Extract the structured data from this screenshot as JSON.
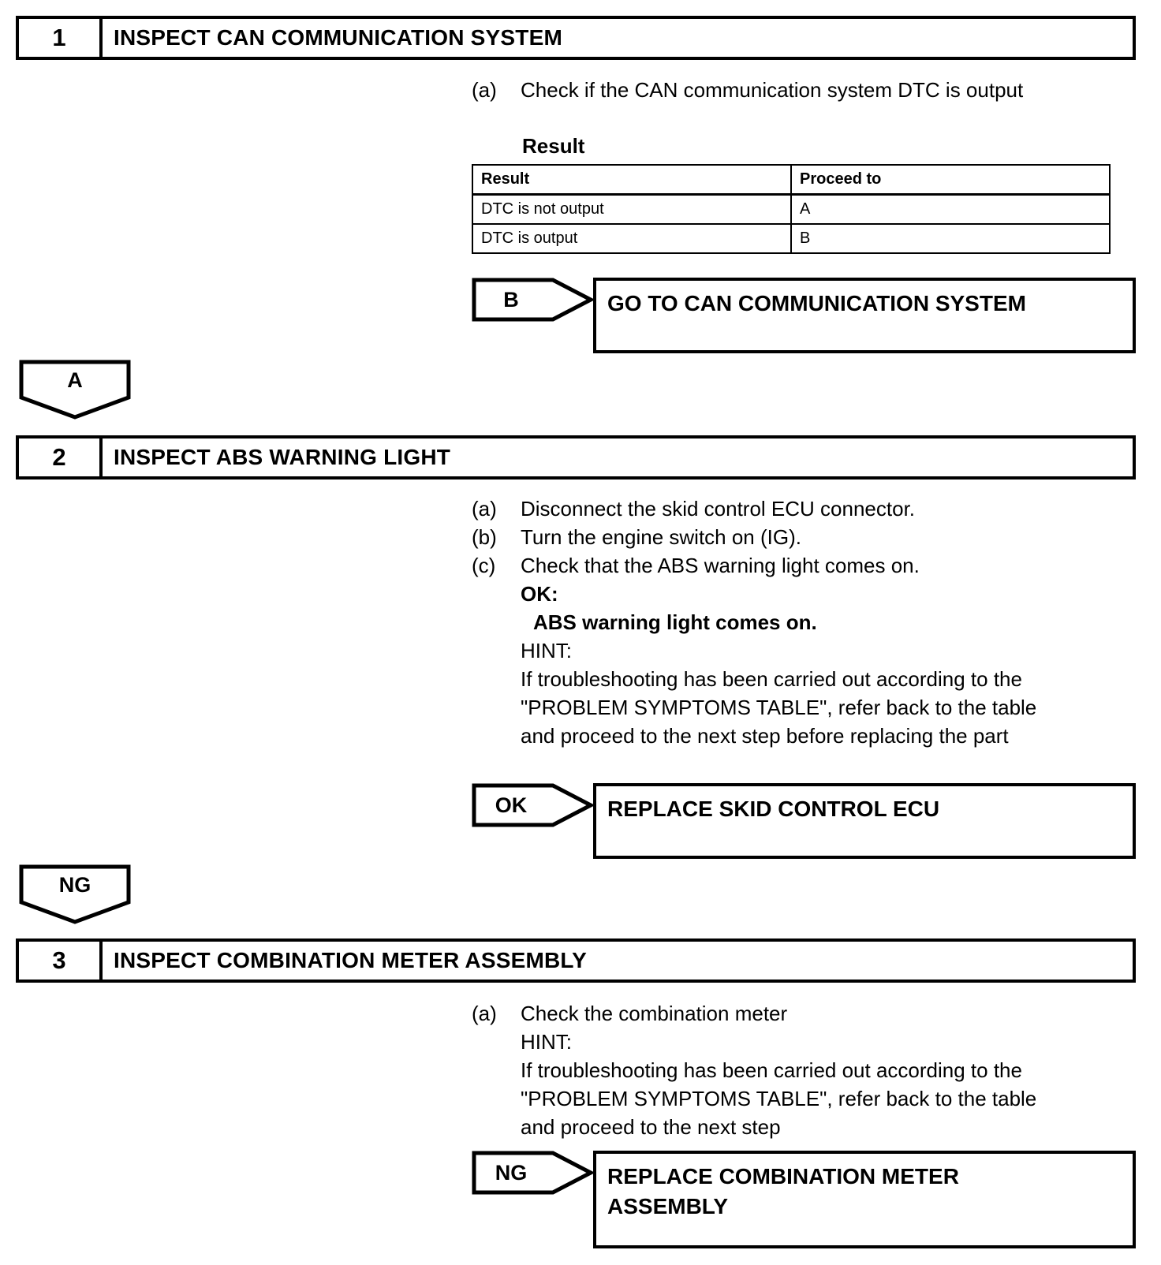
{
  "document": {
    "type": "troubleshooting-flowchart",
    "title": "ABS Warning Light Diagnostic Procedure"
  },
  "steps": [
    {
      "number": "1",
      "title": "INSPECT CAN COMMUNICATION SYSTEM",
      "procedures": [
        {
          "label": "(a)",
          "text": "Check if the CAN communication system DTC is output"
        }
      ],
      "result_caption": "Result",
      "result_table": {
        "headers": [
          "Result",
          "Proceed to"
        ],
        "rows": [
          [
            "DTC is not output",
            "A"
          ],
          [
            "DTC is output",
            "B"
          ]
        ]
      },
      "branch": {
        "tag": "B",
        "action": "GO TO CAN COMMUNICATION SYSTEM"
      }
    },
    {
      "number": "2",
      "title": "INSPECT ABS WARNING LIGHT",
      "connector_in": "A",
      "procedures": [
        {
          "label": "(a)",
          "text": "Disconnect the skid control ECU connector."
        },
        {
          "label": "(b)",
          "text": "Turn the engine switch on (IG)."
        },
        {
          "label": "(c)",
          "text": "Check that the ABS warning light comes on."
        }
      ],
      "ok_label": "OK:",
      "ok_value": "ABS warning light comes on.",
      "hint_label": "HINT:",
      "hint_lines": [
        "If troubleshooting has been carried out according to the",
        "\"PROBLEM SYMPTOMS TABLE\", refer back to the table",
        "and proceed to the next step before replacing the part"
      ],
      "branch": {
        "tag": "OK",
        "action": "REPLACE SKID CONTROL ECU"
      }
    },
    {
      "number": "3",
      "title": "INSPECT COMBINATION METER ASSEMBLY",
      "connector_in": "NG",
      "procedures": [
        {
          "label": "(a)",
          "text": "Check the combination meter"
        }
      ],
      "hint_label": "HINT:",
      "hint_lines": [
        "If troubleshooting has been carried out according to the",
        "\"PROBLEM SYMPTOMS TABLE\", refer back to the table",
        "and proceed to the next step"
      ],
      "branch": {
        "tag": "NG",
        "action_line1": "REPLACE COMBINATION METER",
        "action_line2": "ASSEMBLY"
      }
    }
  ],
  "colors": {
    "ink": "#000000",
    "paper": "#ffffff"
  }
}
